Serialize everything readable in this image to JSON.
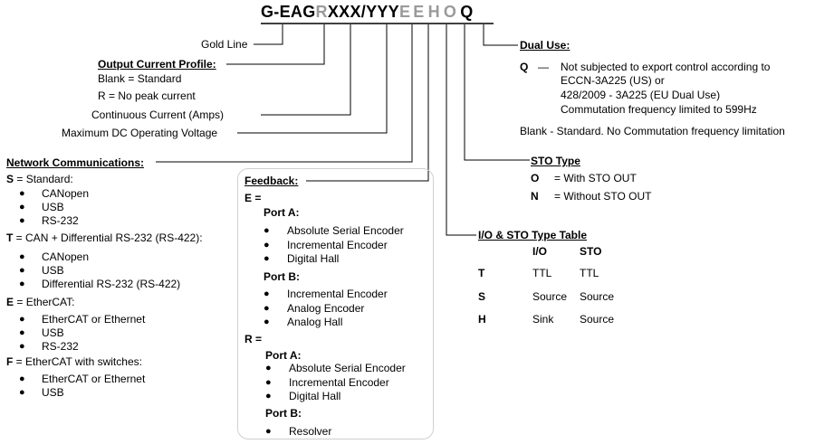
{
  "part_number": {
    "prefix": "G-EAG",
    "r": "R",
    "current": "XXX",
    "slash": "/",
    "voltage": "YYY",
    "e1": "E",
    "e2": "E",
    "h": "H",
    "o": "O",
    "q": "Q"
  },
  "labels": {
    "gold_line": "Gold Line",
    "output_profile_title": "Output Current Profile:",
    "blank_standard": "Blank = Standard",
    "r_no_peak": "R = No peak current",
    "continuous_current": "Continuous Current (Amps)",
    "max_dc_voltage": "Maximum  DC Operating Voltage"
  },
  "network": {
    "title": "Network Communications:",
    "s_key": "S",
    "s_text": " = Standard:",
    "s_items": [
      "CANopen",
      "USB",
      "RS-232"
    ],
    "t_key": "T",
    "t_text": " = CAN + Differential RS-232 (RS-422):",
    "t_items": [
      "CANopen",
      "USB",
      "Differential RS-232 (RS-422)"
    ],
    "e_key": "E",
    "e_text": " = EtherCAT:",
    "e_items": [
      "EtherCAT or Ethernet",
      "USB",
      "RS-232"
    ],
    "f_key": "F",
    "f_text": " = EtherCAT with switches:",
    "f_items": [
      "EtherCAT or Ethernet",
      "USB"
    ]
  },
  "feedback": {
    "title": "Feedback:",
    "e_label": "E =",
    "e_port_a": "Port A:",
    "e_port_a_items": [
      "Absolute Serial Encoder",
      "Incremental Encoder",
      "Digital Hall"
    ],
    "e_port_b": "Port B:",
    "e_port_b_items": [
      "Incremental Encoder",
      "Analog Encoder",
      "Analog Hall"
    ],
    "r_label": "R =",
    "r_port_a": "Port A:",
    "r_port_a_items": [
      "Absolute Serial Encoder",
      "Incremental Encoder",
      "Digital Hall"
    ],
    "r_port_b": "Port B:",
    "r_port_b_items": [
      "Resolver"
    ]
  },
  "dual_use": {
    "title": "Dual Use:",
    "q_key": "Q",
    "dash": "—",
    "q_lines": [
      "Not subjected to export control according to",
      "ECCN-3A225 (US) or",
      "428/2009 - 3A225 (EU Dual Use)",
      "Commutation frequency limited to 599Hz"
    ],
    "blank_line": "Blank -  Standard. No Commutation frequency limitation"
  },
  "sto_type": {
    "title": "STO Type",
    "o_key": "O",
    "o_text": "=  With STO OUT",
    "n_key": "N",
    "n_text": "=  Without STO OUT"
  },
  "io_table": {
    "title": "I/O & STO Type Table",
    "headers": [
      "I/O",
      "STO"
    ],
    "rows": [
      {
        "key": "T",
        "io": "TTL",
        "sto": "TTL"
      },
      {
        "key": "S",
        "io": "Source",
        "sto": "Source"
      },
      {
        "key": "H",
        "io": "Sink",
        "sto": "Source"
      }
    ]
  },
  "colors": {
    "gray_letters": "#9a9a9a",
    "box_border": "#cfcfcf"
  }
}
